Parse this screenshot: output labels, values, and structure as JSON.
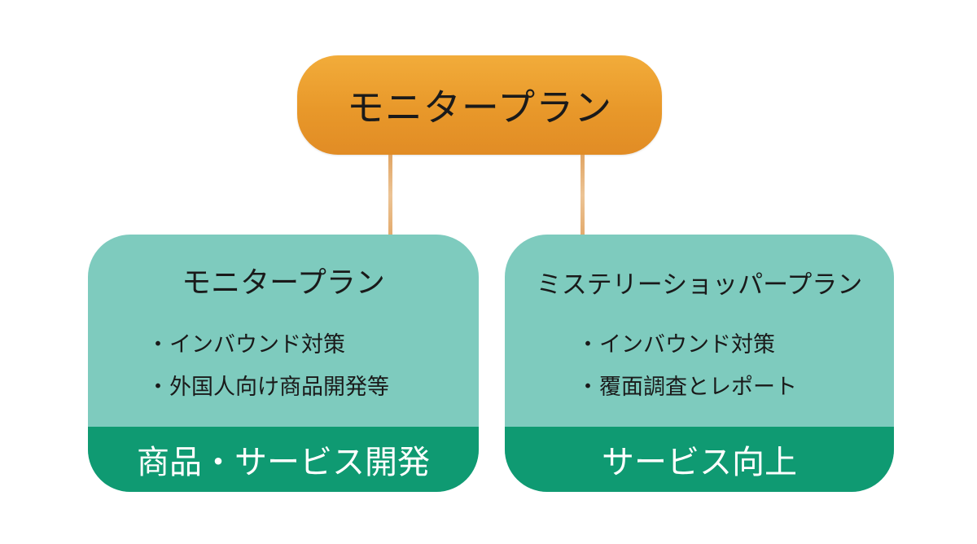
{
  "root": {
    "title": "モニタープラン"
  },
  "plans": [
    {
      "title": "モニタープラン",
      "bullets": [
        "インバウンド対策",
        "外国人向け商品開発等"
      ],
      "footer": "商品・サービス開発"
    },
    {
      "title": "ミステリーショッパープラン",
      "bullets": [
        "インバウンド対策",
        "覆面調査とレポート"
      ],
      "footer": "サービス向上"
    }
  ],
  "bullet_marker": "・",
  "colors": {
    "root": "#e8982a",
    "connector": "#e6b07a",
    "card": "#7ecbbe",
    "footer": "#0f9a72"
  }
}
